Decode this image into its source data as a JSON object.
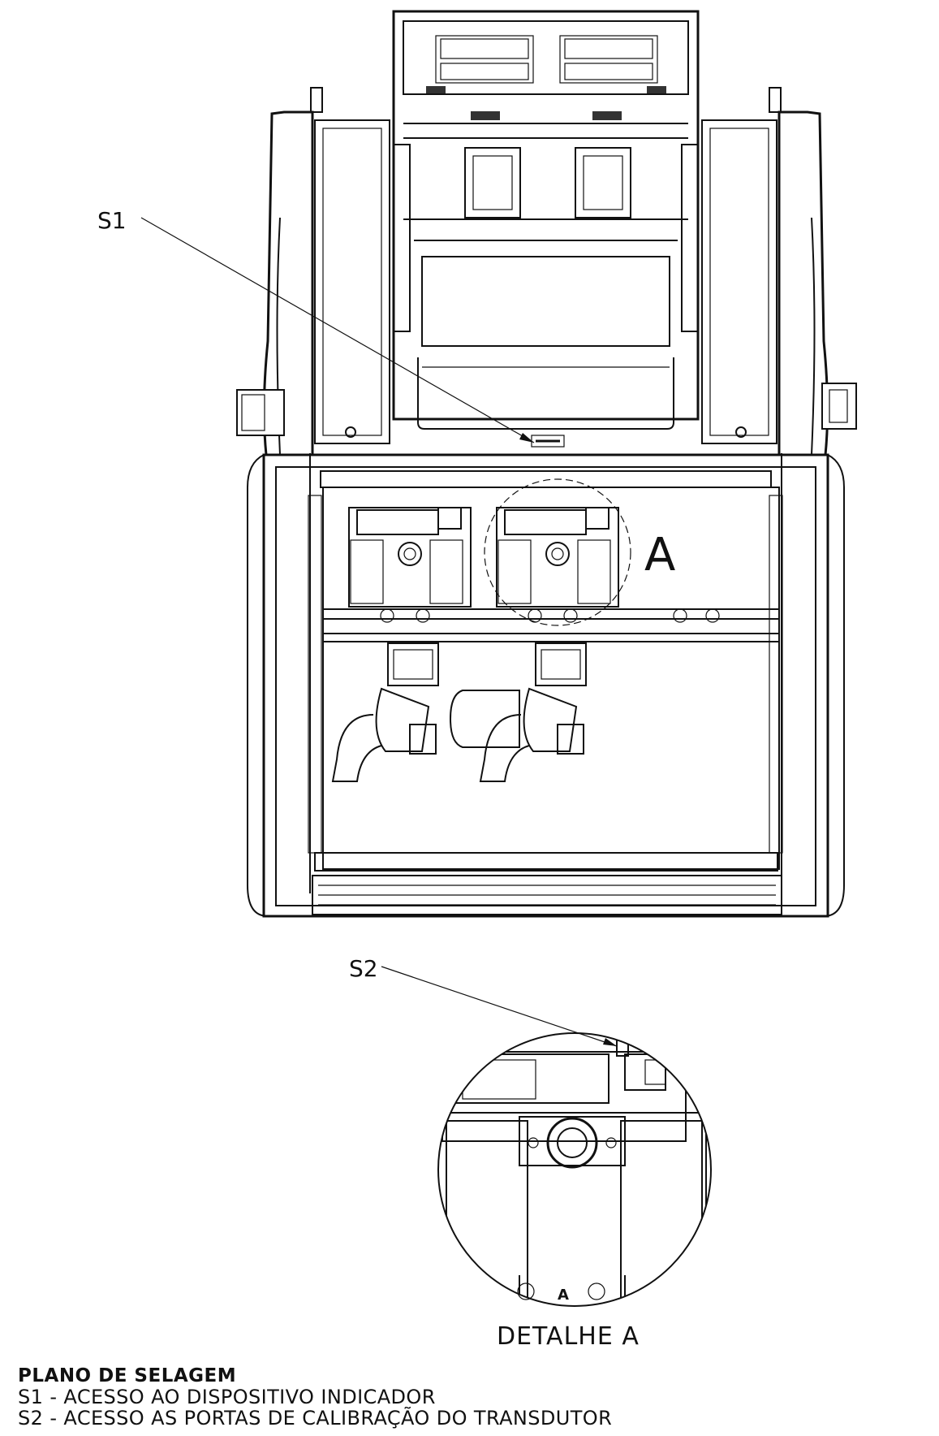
{
  "callouts": {
    "s1": "S1",
    "s2": "S2",
    "detail_marker": "A",
    "detail_marker_small": "A"
  },
  "detail_caption": "DETALHE A",
  "legend": {
    "title": "PLANO DE SELAGEM",
    "items": [
      "S1 - ACESSO AO DISPOSITIVO INDICADOR",
      "S2 - ACESSO AS PORTAS DE CALIBRAÇÃO DO TRANSDUTOR"
    ]
  }
}
